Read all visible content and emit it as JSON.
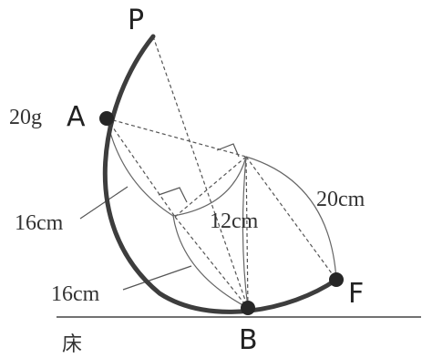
{
  "points": {
    "P": "P",
    "A": "A",
    "B": "B",
    "F": "F"
  },
  "labels": {
    "mass": "20g",
    "length_upper": "16cm",
    "length_lower": "16cm",
    "length_center": "12cm",
    "length_right": "20cm",
    "floor": "床"
  },
  "colors": {
    "track": "#3d3d3d",
    "ball": "#262626",
    "dashed": "#555555",
    "thin_arc": "#666666"
  }
}
